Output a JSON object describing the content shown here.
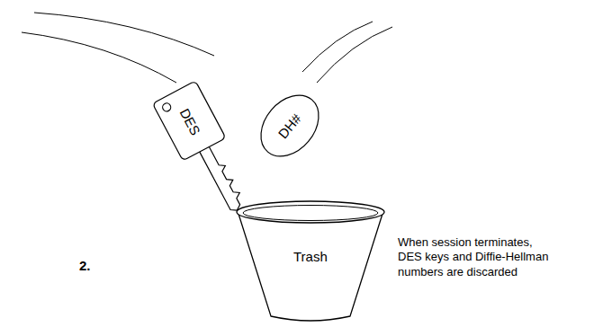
{
  "diagram": {
    "nodes": [
      {
        "text": [
          "DES"
        ]
      },
      {
        "text": [
          "DH#"
        ]
      },
      {
        "text": [
          "Trash"
        ]
      }
    ],
    "labels": [
      "2.",
      "When session terminates, DES keys and Diffie-Hellman numbers are discarded"
    ]
  }
}
